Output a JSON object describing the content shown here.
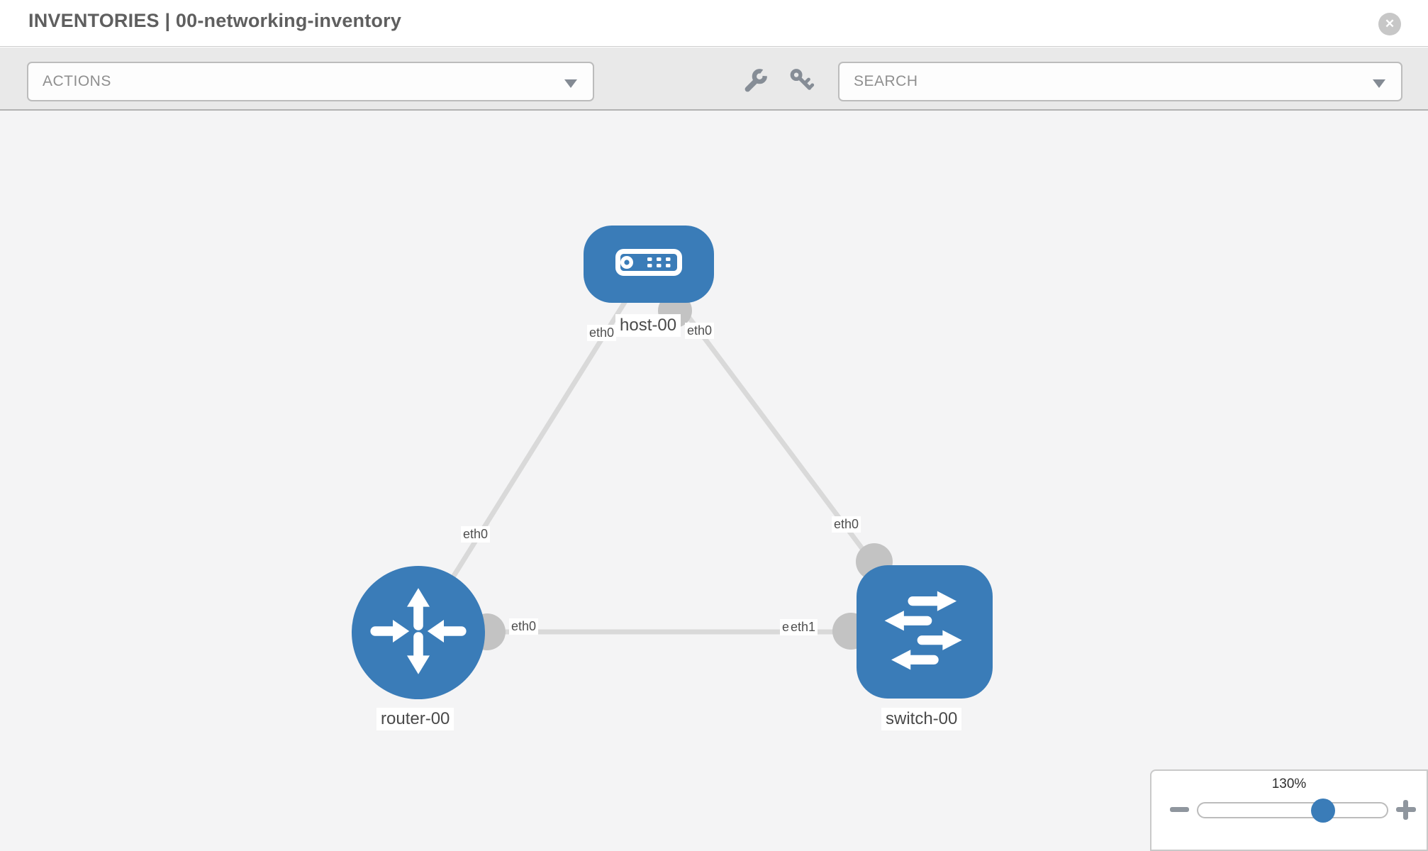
{
  "header": {
    "title": "INVENTORIES | 00-networking-inventory",
    "close_glyph": "✕"
  },
  "toolbar": {
    "actions_label": "ACTIONS",
    "search_placeholder": "SEARCH",
    "icons": [
      "wrench-icon",
      "key-icon",
      "caret-down-icon"
    ]
  },
  "topology": {
    "nodes": [
      {
        "name": "host-00",
        "type": "host"
      },
      {
        "name": "router-00",
        "type": "router"
      },
      {
        "name": "switch-00",
        "type": "switch"
      }
    ],
    "links": [
      {
        "from": "host-00",
        "from_interface": "eth0",
        "to": "router-00",
        "to_interface": "eth0"
      },
      {
        "from": "host-00",
        "from_interface": "eth0",
        "to": "switch-00",
        "to_interface": "eth0"
      },
      {
        "from": "router-00",
        "from_interface": "eth0",
        "to": "switch-00",
        "to_interface": "eth1",
        "to_interface_overlapped": "eth0"
      }
    ]
  },
  "zoom_control": {
    "level": "130%",
    "minus_icon": "minus-icon",
    "plus_icon": "plus-icon"
  },
  "colors": {
    "node_blue": "#3a7cb8",
    "link_gray": "#d9d9d9",
    "connector_gray": "#c3c3c3",
    "canvas_bg": "#f4f4f5",
    "toolbar_bg": "#e9e9e9"
  }
}
